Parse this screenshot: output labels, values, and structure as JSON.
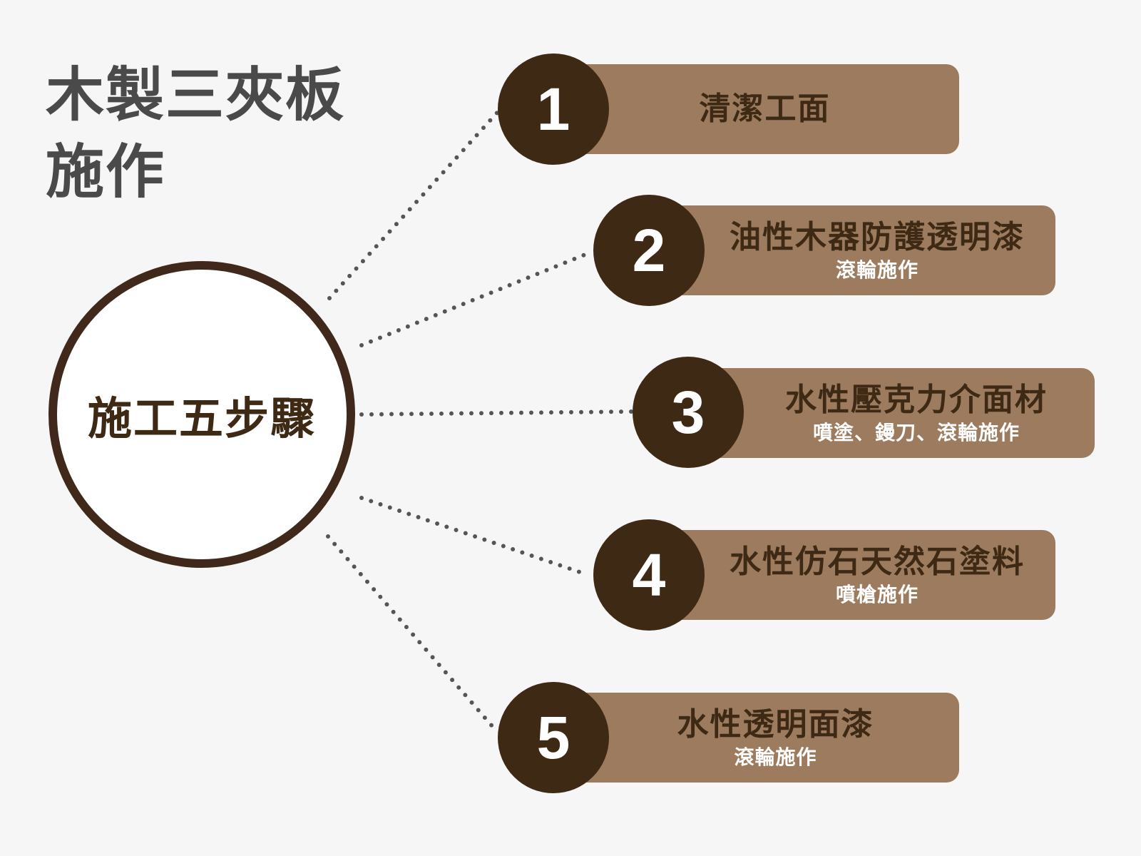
{
  "title": {
    "line1": "木製三夾板",
    "line2": "施作"
  },
  "hub_label": "施工五步驟",
  "colors": {
    "background": "#f6f6f6",
    "dark_brown": "#3e2914",
    "bar_brown": "#9c7b5e",
    "title_gray": "#4a4a4a",
    "dots": "#555555"
  },
  "steps": [
    {
      "number": "1",
      "title": "清潔工面",
      "subtitle": ""
    },
    {
      "number": "2",
      "title": "油性木器防護透明漆",
      "subtitle": "滾輪施作"
    },
    {
      "number": "3",
      "title": "水性壓克力介面材",
      "subtitle": "噴塗、鏝刀、滾輪施作"
    },
    {
      "number": "4",
      "title": "水性仿石天然石塗料",
      "subtitle": "噴槍施作"
    },
    {
      "number": "5",
      "title": "水性透明面漆",
      "subtitle": "滾輪施作"
    }
  ]
}
